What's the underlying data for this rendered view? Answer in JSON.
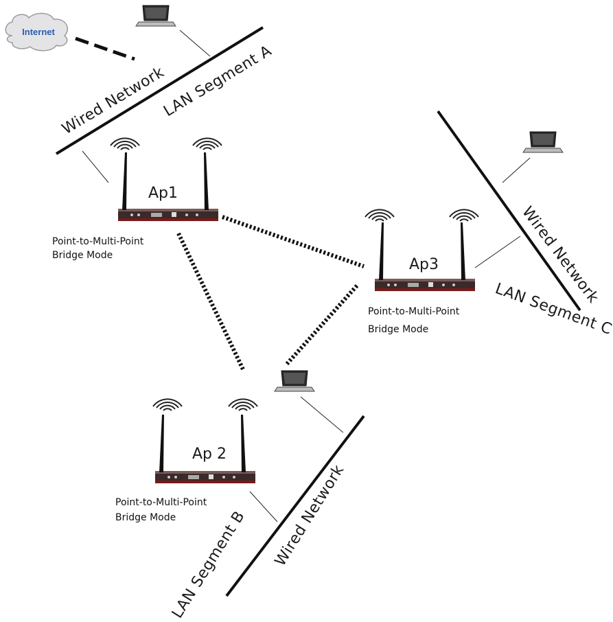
{
  "internet": {
    "label": "Internet"
  },
  "segments": {
    "a": {
      "network": "Wired Network",
      "segment": "LAN Segment A"
    },
    "b": {
      "network": "Wired Network",
      "segment": "LAN Segment B"
    },
    "c": {
      "network": "Wired Network",
      "segment": "LAN Segment C"
    }
  },
  "access_points": [
    {
      "name": "Ap1",
      "mode_line1": "Point-to-Multi-Point",
      "mode_line2": "Bridge Mode"
    },
    {
      "name": "Ap 2",
      "mode_line1": "Point-to-Multi-Point",
      "mode_line2": "Bridge Mode"
    },
    {
      "name": "Ap3",
      "mode_line1": "Point-to-Multi-Point",
      "mode_line2": "Bridge Mode"
    }
  ],
  "colors": {
    "cable": "#111111",
    "device_body": "#3a2a2a",
    "device_red": "#7a1a1a",
    "cloud": "#e4e4e6",
    "cloud_text": "#2a5db0"
  }
}
